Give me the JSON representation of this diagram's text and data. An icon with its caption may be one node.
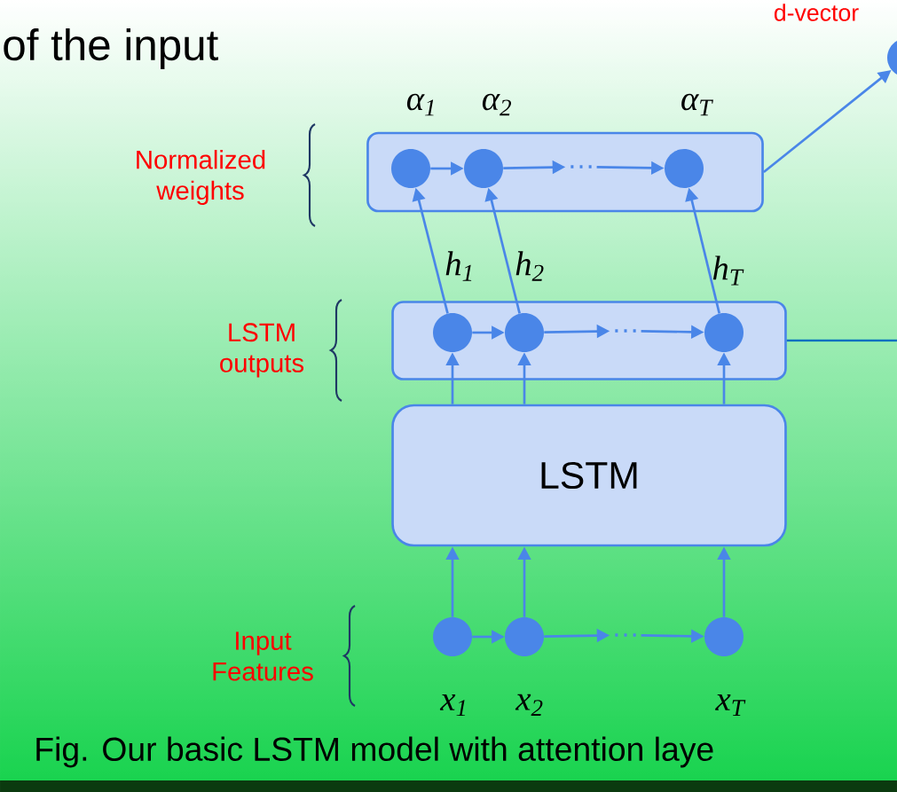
{
  "diagram": {
    "title": "of the input",
    "caption": "Fig. Our basic LSTM model with attention laye",
    "nodes": [
      {
        "text": [],
        "shape": "box",
        "beside": [
          "Normalized weights"
        ]
      },
      {
        "text": [
          "α$_{1}$"
        ],
        "in": 0
      },
      {
        "text": [
          "α$_{2}$"
        ],
        "in": 0
      },
      {
        "text": [
          "…"
        ],
        "in": 0
      },
      {
        "text": [
          "α$_{T}$"
        ],
        "in": 0
      },
      {
        "text": [],
        "shape": "circle",
        "beside": [
          "d-vector"
        ]
      },
      {
        "text": [],
        "shape": "box",
        "beside": [
          "LSTM outputs"
        ]
      },
      {
        "text": [
          "h$_{1}$"
        ],
        "in": 6
      },
      {
        "text": [
          "h$_{2}$"
        ],
        "in": 6
      },
      {
        "text": [
          "…"
        ],
        "in": 6
      },
      {
        "text": [
          "h$_{T}$"
        ],
        "in": 6
      },
      {
        "text": [
          "LSTM"
        ]
      },
      {
        "text": [
          "x$_{1}$"
        ]
      },
      {
        "text": [
          "x$_{2}$"
        ]
      },
      {
        "text": [
          "…"
        ]
      },
      {
        "text": [
          "x$_{T}$"
        ]
      }
    ],
    "edges": [
      {
        "from": 1,
        "to": 2,
        "arrow": "to"
      },
      {
        "from": 2,
        "to": 3,
        "arrow": "to"
      },
      {
        "from": 3,
        "to": 4,
        "arrow": "to"
      },
      {
        "from": 0,
        "to": 5,
        "arrow": "to"
      },
      {
        "from": 7,
        "to": 1,
        "arrow": "to"
      },
      {
        "from": 8,
        "to": 2,
        "arrow": "to"
      },
      {
        "from": 10,
        "to": 4,
        "arrow": "to"
      },
      {
        "from": 7,
        "to": 8,
        "arrow": "to"
      },
      {
        "from": 8,
        "to": 9,
        "arrow": "to"
      },
      {
        "from": 9,
        "to": 10,
        "arrow": "to"
      },
      {
        "from": 6,
        "to": null,
        "arrow": "none",
        "color": "#0070c0"
      },
      {
        "from": 11,
        "to": 7,
        "arrow": "to"
      },
      {
        "from": 11,
        "to": 8,
        "arrow": "to"
      },
      {
        "from": 11,
        "to": 10,
        "arrow": "to"
      },
      {
        "from": 12,
        "to": 11,
        "arrow": "to"
      },
      {
        "from": 13,
        "to": 11,
        "arrow": "to"
      },
      {
        "from": 15,
        "to": 11,
        "arrow": "to"
      },
      {
        "from": 12,
        "to": 13,
        "arrow": "to"
      },
      {
        "from": 13,
        "to": 14,
        "arrow": "to"
      },
      {
        "from": 14,
        "to": 15,
        "arrow": "to"
      }
    ],
    "labels": [
      "Input Features"
    ]
  }
}
